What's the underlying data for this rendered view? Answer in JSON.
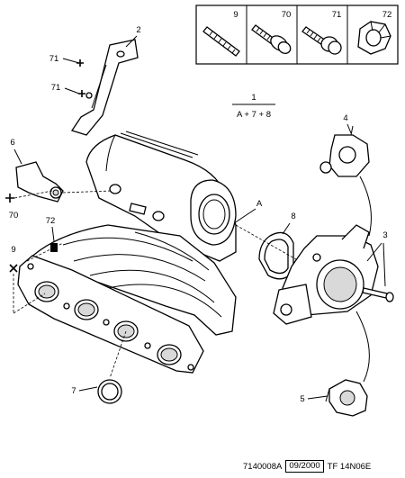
{
  "legend_parts": [
    {
      "number": "9",
      "name": "stud-icon"
    },
    {
      "number": "70",
      "name": "flanged-screw-icon"
    },
    {
      "number": "71",
      "name": "bolt-with-washer-icon"
    },
    {
      "number": "72",
      "name": "nut-icon"
    }
  ],
  "callouts": {
    "c1": "1",
    "c1_formula": "A + 7 + 8",
    "c2": "2",
    "c3": "3",
    "c4": "4",
    "c5": "5",
    "c6": "6",
    "c7": "7",
    "c8": "8",
    "c9": "9",
    "c70": "70",
    "c71a": "71",
    "c71b": "71",
    "c72": "72",
    "cA": "A"
  },
  "footer": {
    "ref": "7140008A",
    "date": "09/2000",
    "code": "TF 14N06E"
  }
}
